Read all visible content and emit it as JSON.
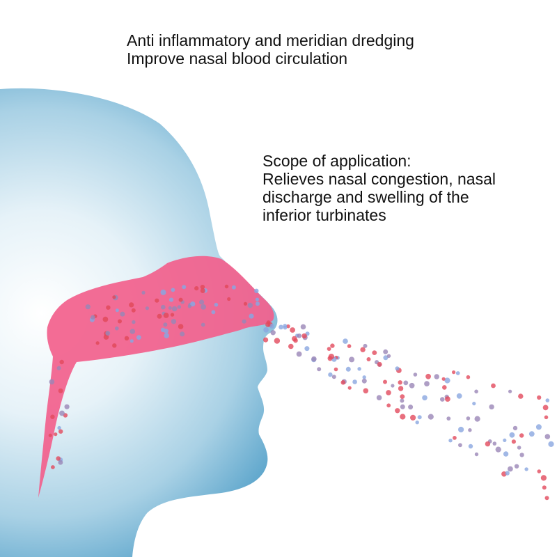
{
  "heading": {
    "line1": "Anti inflammatory and meridian dredging",
    "line2": "Improve nasal blood circulation"
  },
  "scope": {
    "title": "Scope of application:",
    "line1": "Relieves nasal congestion, nasal",
    "line2": "discharge and swelling of the",
    "line3": "inferior turbinates"
  },
  "colors": {
    "head_light": "#ffffff",
    "head_mid": "#aed3e6",
    "head_dark": "#4c9cc6",
    "cavity": "#f2608c",
    "particle_red": "#e24a5c",
    "particle_blue": "#8aa6e0",
    "particle_purple": "#9a86b6",
    "text": "#111111"
  }
}
